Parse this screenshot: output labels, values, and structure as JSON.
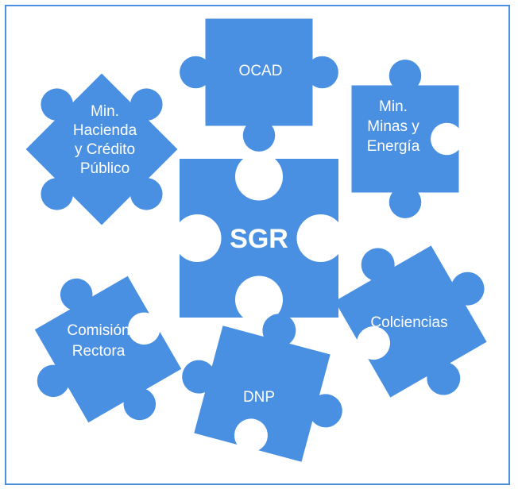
{
  "colors": {
    "piece": "#4a90e2",
    "frame": "#4a90e2",
    "text": "#ffffff"
  },
  "pieces": [
    {
      "id": "sgr",
      "lines": [
        "SGR"
      ]
    },
    {
      "id": "ocad",
      "lines": [
        "OCAD"
      ]
    },
    {
      "id": "minminas",
      "lines": [
        "Min.",
        "Minas y",
        "Energía"
      ]
    },
    {
      "id": "minhacienda",
      "lines": [
        "Min.",
        "Hacienda",
        "y Crédito",
        "Público"
      ]
    },
    {
      "id": "comision",
      "lines": [
        "Comisión",
        "Rectora"
      ]
    },
    {
      "id": "dnp",
      "lines": [
        "DNP"
      ]
    },
    {
      "id": "colciencias",
      "lines": [
        "Colciencias"
      ]
    }
  ]
}
